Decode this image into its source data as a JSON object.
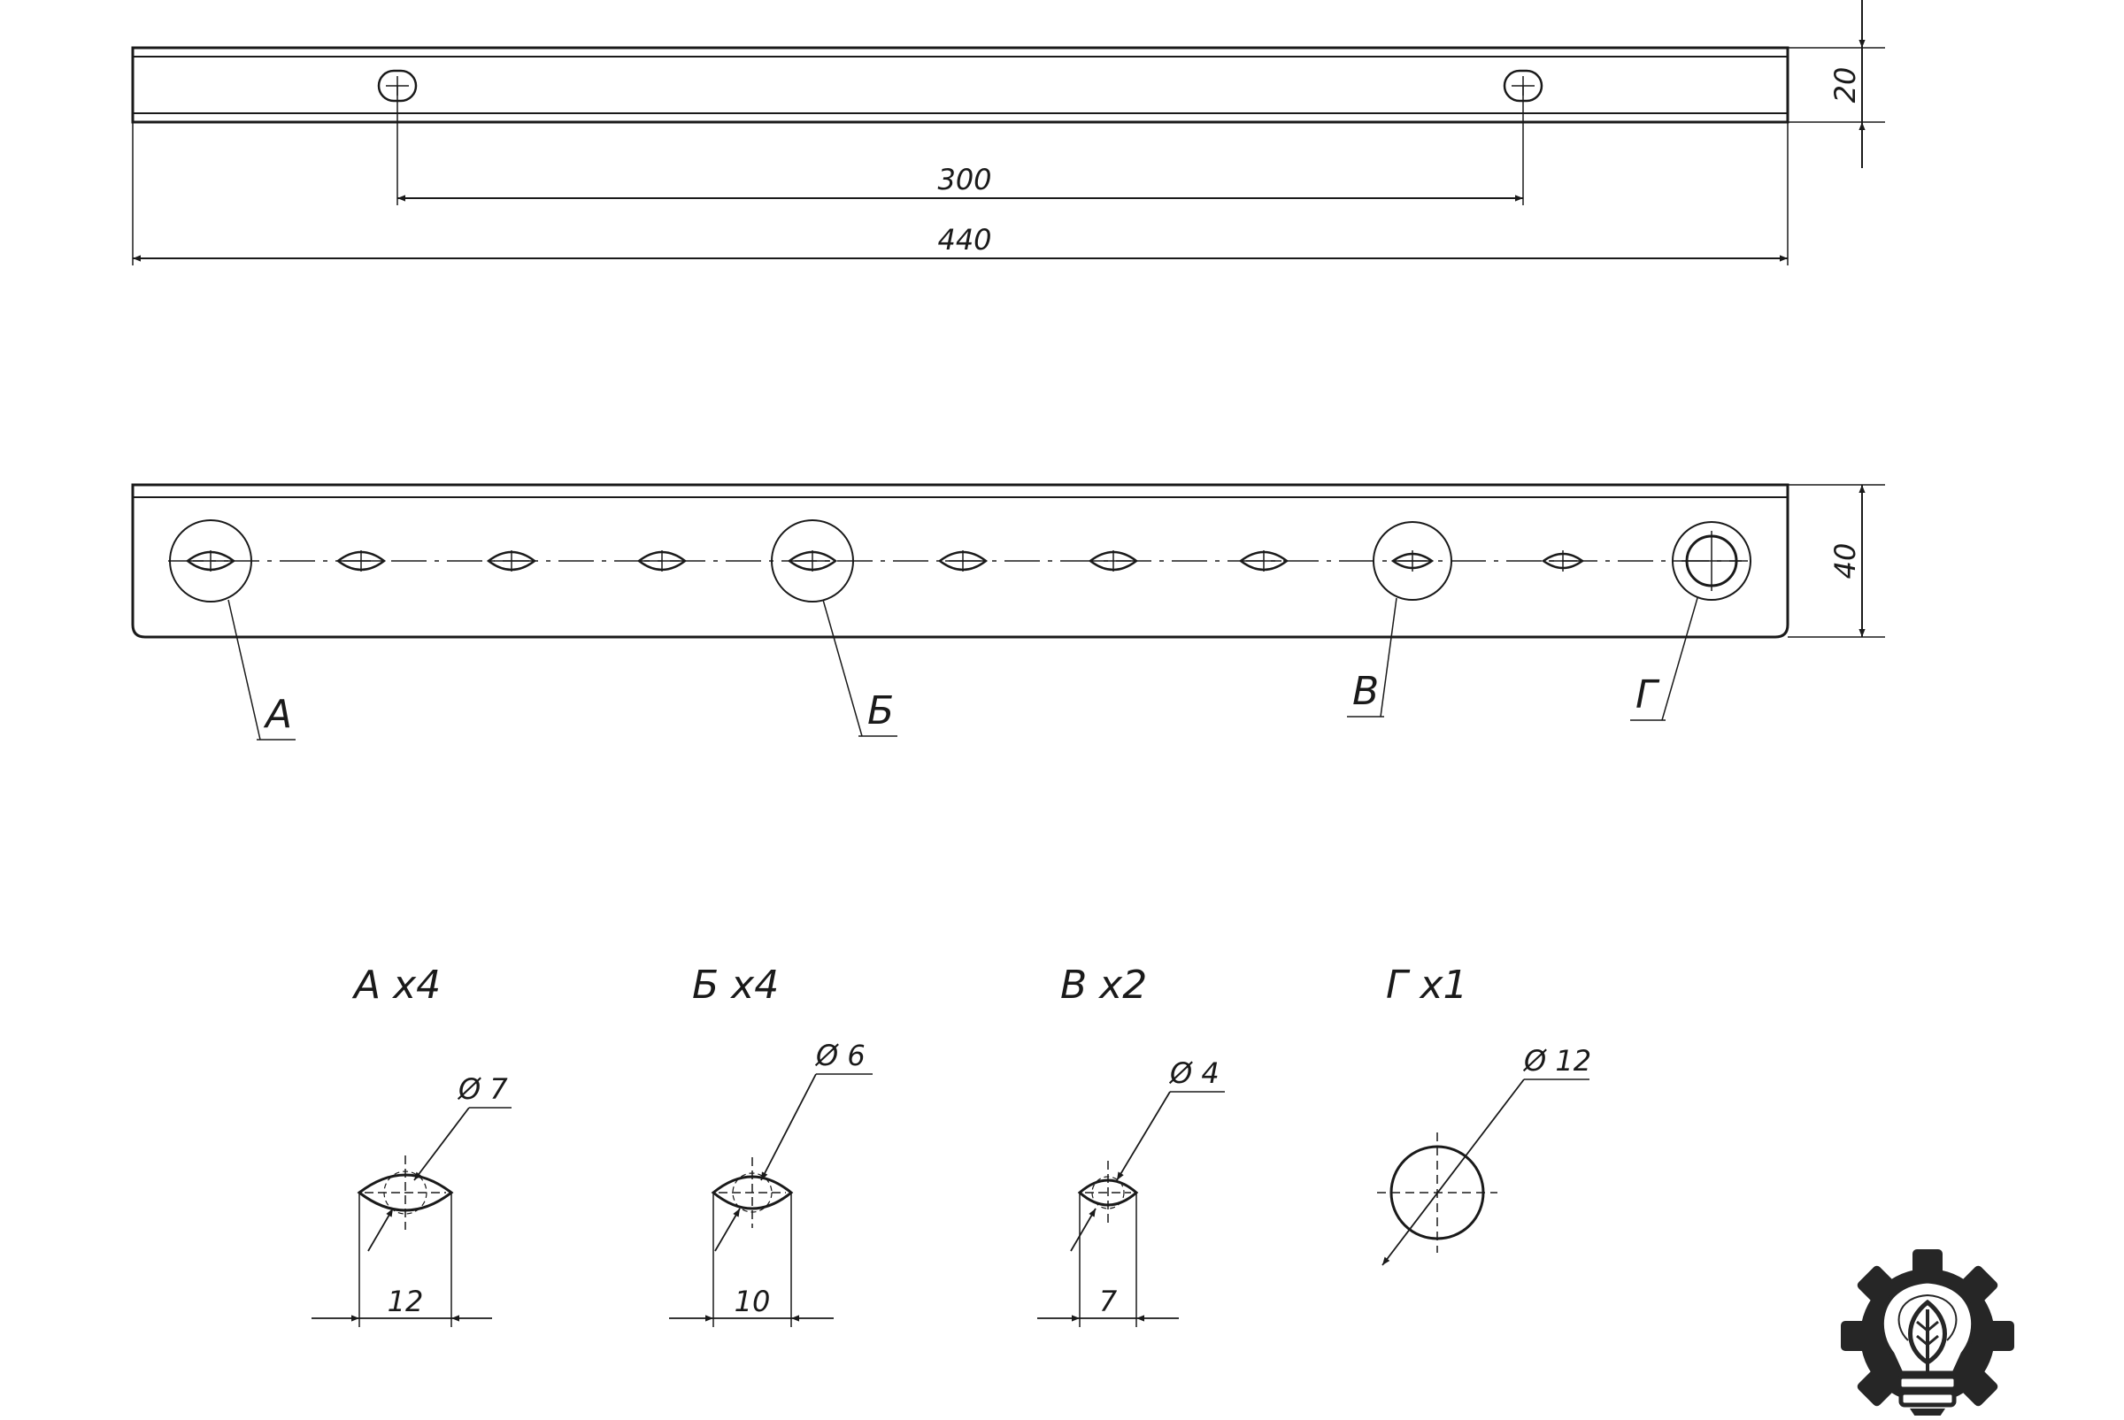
{
  "colors": {
    "ink": "#1a1a1a",
    "background": "#ffffff",
    "logo": "#262626"
  },
  "top_view": {
    "dim_height": "20",
    "dim_hole_spacing": "300",
    "dim_total_length": "440"
  },
  "front_view": {
    "dim_height": "40",
    "callouts": [
      {
        "letter": "А"
      },
      {
        "letter": "Б"
      },
      {
        "letter": "В"
      },
      {
        "letter": "Г"
      }
    ]
  },
  "details": [
    {
      "title": "А  х4",
      "diameter": "Ø 7",
      "width": "12"
    },
    {
      "title": "Б  х4",
      "diameter": "Ø 6",
      "width": "10"
    },
    {
      "title": "В  х2",
      "diameter": "Ø 4",
      "width": "7"
    },
    {
      "title": "Г  х1",
      "diameter": "Ø 12"
    }
  ],
  "logo": {
    "icon": "gear-lightbulb-leaf-icon"
  }
}
